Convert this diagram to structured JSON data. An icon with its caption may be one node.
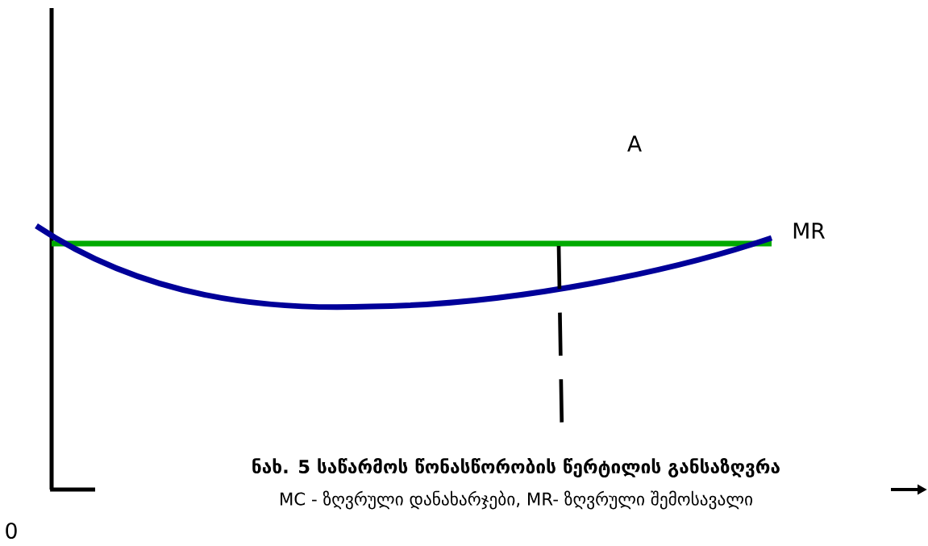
{
  "diagram": {
    "caption": "ნახ. 5 საწარმოს წონასწორობის წერტილის განსაზღვრა",
    "labels": [
      "A",
      "MR",
      "MC  - ზღვრული დანახარჯები, MR- ზღვრული შემოსავალი",
      "0"
    ]
  }
}
